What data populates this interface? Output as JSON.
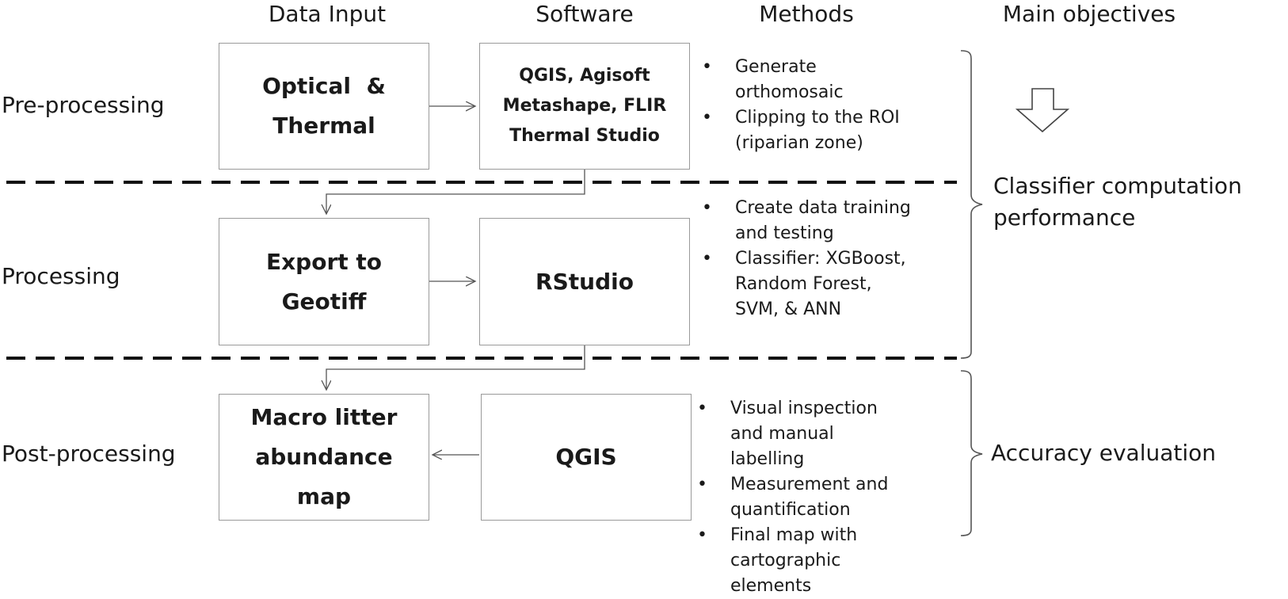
{
  "headers": {
    "data_input": "Data Input",
    "software": "Software",
    "methods": "Methods",
    "objectives": "Main objectives"
  },
  "stages": {
    "pre": "Pre-processing",
    "proc": "Processing",
    "post": "Post-processing"
  },
  "data_input_boxes": {
    "pre": [
      "Optical  &",
      "Thermal"
    ],
    "proc": [
      "Export to",
      "Geotiff"
    ],
    "post": [
      "Macro litter",
      "abundance",
      "map"
    ]
  },
  "software_boxes": {
    "pre": [
      "QGIS, Agisoft",
      "Metashape, FLIR",
      "Thermal Studio"
    ],
    "proc": "RStudio",
    "post": "QGIS"
  },
  "methods": {
    "pre": [
      [
        "Generate",
        "orthomosaic"
      ],
      [
        "Clipping to the ROI",
        "(riparian zone)"
      ]
    ],
    "proc": [
      [
        "Create data training",
        "and testing"
      ],
      [
        "Classifier: XGBoost,",
        "Random Forest,",
        "SVM, & ANN"
      ]
    ],
    "post": [
      [
        "Visual inspection",
        "and manual",
        "labelling"
      ],
      [
        "Measurement and",
        "quantification"
      ],
      [
        "Final map with",
        "cartographic",
        "elements"
      ]
    ]
  },
  "objectives": {
    "classifier": [
      "Classifier computation",
      "performance"
    ],
    "accuracy": "Accuracy evaluation"
  }
}
